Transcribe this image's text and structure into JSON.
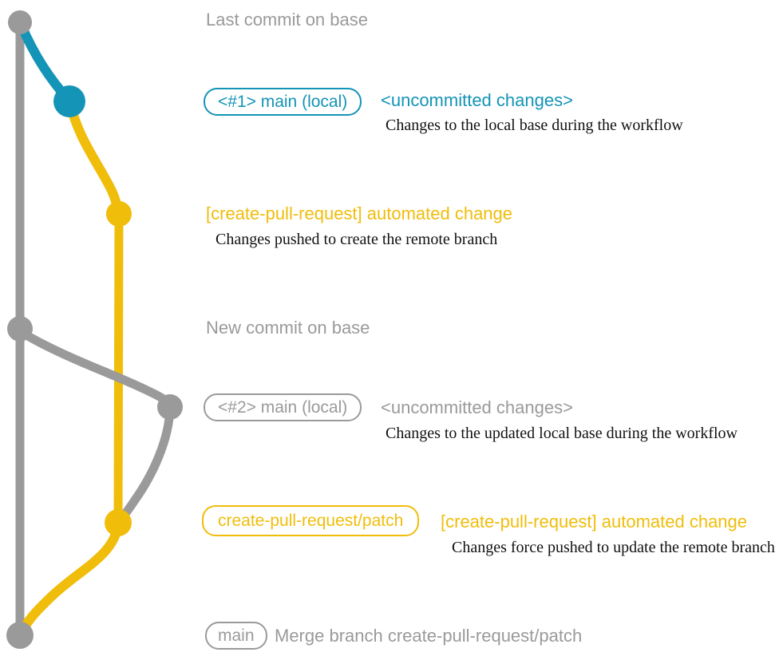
{
  "colors": {
    "gray": "#9a9a9a",
    "blue": "#1494b6",
    "yellow": "#f0bd0b",
    "note_text": "#111111"
  },
  "annotations": {
    "last_commit_label": "Last commit on base",
    "row1": {
      "badge": "<#1> main (local)",
      "status": "<uncommitted changes>",
      "description": "Changes to the local base during the workflow"
    },
    "row2": {
      "title": "[create-pull-request] automated change",
      "description": "Changes pushed to create the remote branch"
    },
    "new_commit_label": "New commit on base",
    "row3": {
      "badge": "<#2> main (local)",
      "status": "<uncommitted changes>",
      "description": "Changes to the updated local base during the workflow"
    },
    "row4": {
      "badge": "create-pull-request/patch",
      "title": "[create-pull-request] automated change",
      "description": "Changes force pushed to update the remote branch"
    },
    "row5": {
      "badge": "main",
      "message": "Merge branch create-pull-request/patch"
    }
  }
}
